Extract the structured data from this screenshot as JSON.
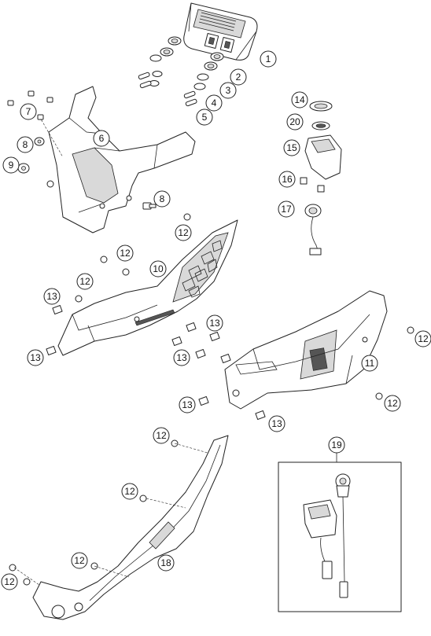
{
  "callouts": [
    {
      "id": "c1",
      "label": "1"
    },
    {
      "id": "c2",
      "label": "2"
    },
    {
      "id": "c3",
      "label": "3"
    },
    {
      "id": "c4",
      "label": "4"
    },
    {
      "id": "c5",
      "label": "5"
    },
    {
      "id": "c6",
      "label": "6"
    },
    {
      "id": "c7",
      "label": "7"
    },
    {
      "id": "c8a",
      "label": "8"
    },
    {
      "id": "c8b",
      "label": "8"
    },
    {
      "id": "c9",
      "label": "9"
    },
    {
      "id": "c10",
      "label": "10"
    },
    {
      "id": "c11",
      "label": "11"
    },
    {
      "id": "c12a",
      "label": "12"
    },
    {
      "id": "c12b",
      "label": "12"
    },
    {
      "id": "c12c",
      "label": "12"
    },
    {
      "id": "c12d",
      "label": "12"
    },
    {
      "id": "c12e",
      "label": "12"
    },
    {
      "id": "c12f",
      "label": "12"
    },
    {
      "id": "c12g",
      "label": "12"
    },
    {
      "id": "c12h",
      "label": "12"
    },
    {
      "id": "c12i",
      "label": "12"
    },
    {
      "id": "c13a",
      "label": "13"
    },
    {
      "id": "c13b",
      "label": "13"
    },
    {
      "id": "c13c",
      "label": "13"
    },
    {
      "id": "c13d",
      "label": "13"
    },
    {
      "id": "c13e",
      "label": "13"
    },
    {
      "id": "c13f",
      "label": "13"
    },
    {
      "id": "c14",
      "label": "14"
    },
    {
      "id": "c15",
      "label": "15"
    },
    {
      "id": "c16",
      "label": "16"
    },
    {
      "id": "c17",
      "label": "17"
    },
    {
      "id": "c18",
      "label": "18"
    },
    {
      "id": "c19",
      "label": "19"
    },
    {
      "id": "c20",
      "label": "20"
    }
  ]
}
